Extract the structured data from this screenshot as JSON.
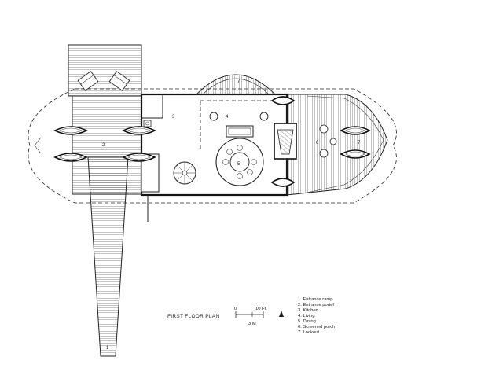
{
  "drawing": {
    "title": "FIRST FLOOR PLAN",
    "scale": {
      "zero": "0",
      "feet": "10 Ft.",
      "meters": "3 M"
    },
    "room_labels": [
      "1",
      "2",
      "3",
      "4",
      "5",
      "6",
      "7",
      "7"
    ],
    "legend": [
      "1.  Entrance ramp",
      "2.  Entrance portel",
      "3.  Kitchen",
      "4.  Living",
      "5.  Dining",
      "6.  Screened porch",
      "7.  Lookout"
    ],
    "north_arrow": "up"
  }
}
